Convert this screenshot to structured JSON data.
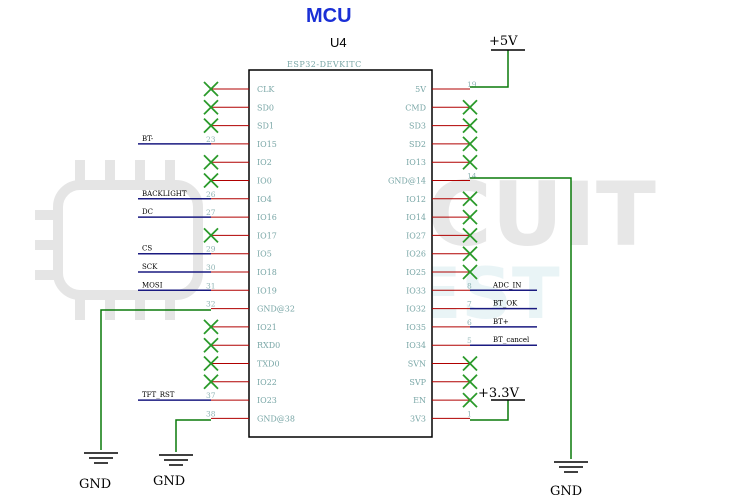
{
  "title": "MCU",
  "designator": "U4",
  "part_name": "ESP32-DEVKITC",
  "watermark": {
    "line1": "CIRCUIT",
    "line2": "DIGEST"
  },
  "colors": {
    "title": "#1a2fd6",
    "wire": "#0a7a0a",
    "net_wire": "#1a1a80",
    "nc_mark": "#2a9a2a",
    "pin_line": "#b00000",
    "body": "#000000"
  },
  "power": {
    "vcc5": "+5V",
    "vcc33": "+3.3V",
    "gnd_left1": "GND",
    "gnd_left2": "GND",
    "gnd_right": "GND"
  },
  "left_pins": [
    {
      "name": "CLK",
      "num": "",
      "nc": true,
      "net": ""
    },
    {
      "name": "SD0",
      "num": "",
      "nc": true,
      "net": ""
    },
    {
      "name": "SD1",
      "num": "",
      "nc": true,
      "net": ""
    },
    {
      "name": "IO15",
      "num": "23",
      "nc": false,
      "net": "BT-"
    },
    {
      "name": "IO2",
      "num": "",
      "nc": true,
      "net": ""
    },
    {
      "name": "IO0",
      "num": "",
      "nc": true,
      "net": ""
    },
    {
      "name": "IO4",
      "num": "26",
      "nc": false,
      "net": "BACKLIGHT"
    },
    {
      "name": "IO16",
      "num": "27",
      "nc": false,
      "net": "DC"
    },
    {
      "name": "IO17",
      "num": "",
      "nc": true,
      "net": ""
    },
    {
      "name": "IO5",
      "num": "29",
      "nc": false,
      "net": "CS"
    },
    {
      "name": "IO18",
      "num": "30",
      "nc": false,
      "net": "SCK"
    },
    {
      "name": "IO19",
      "num": "31",
      "nc": false,
      "net": "MOSI"
    },
    {
      "name": "GND@32",
      "num": "32",
      "nc": false,
      "net": ""
    },
    {
      "name": "IO21",
      "num": "",
      "nc": true,
      "net": ""
    },
    {
      "name": "RXD0",
      "num": "",
      "nc": true,
      "net": ""
    },
    {
      "name": "TXD0",
      "num": "",
      "nc": true,
      "net": ""
    },
    {
      "name": "IO22",
      "num": "",
      "nc": true,
      "net": ""
    },
    {
      "name": "IO23",
      "num": "37",
      "nc": false,
      "net": "TFT_RST"
    },
    {
      "name": "GND@38",
      "num": "38",
      "nc": false,
      "net": ""
    }
  ],
  "right_pins": [
    {
      "name": "5V",
      "num": "19",
      "nc": false,
      "net": ""
    },
    {
      "name": "CMD",
      "num": "",
      "nc": true,
      "net": ""
    },
    {
      "name": "SD3",
      "num": "",
      "nc": true,
      "net": ""
    },
    {
      "name": "SD2",
      "num": "",
      "nc": true,
      "net": ""
    },
    {
      "name": "IO13",
      "num": "",
      "nc": true,
      "net": ""
    },
    {
      "name": "GND@14",
      "num": "14",
      "nc": false,
      "net": ""
    },
    {
      "name": "IO12",
      "num": "",
      "nc": true,
      "net": ""
    },
    {
      "name": "IO14",
      "num": "",
      "nc": true,
      "net": ""
    },
    {
      "name": "IO27",
      "num": "",
      "nc": true,
      "net": ""
    },
    {
      "name": "IO26",
      "num": "",
      "nc": true,
      "net": ""
    },
    {
      "name": "IO25",
      "num": "",
      "nc": true,
      "net": ""
    },
    {
      "name": "IO33",
      "num": "8",
      "nc": false,
      "net": "ADC_IN"
    },
    {
      "name": "IO32",
      "num": "7",
      "nc": false,
      "net": "BT_OK"
    },
    {
      "name": "IO35",
      "num": "6",
      "nc": false,
      "net": "BT+"
    },
    {
      "name": "IO34",
      "num": "5",
      "nc": false,
      "net": "BT_cancel"
    },
    {
      "name": "SVN",
      "num": "",
      "nc": true,
      "net": ""
    },
    {
      "name": "SVP",
      "num": "",
      "nc": true,
      "net": ""
    },
    {
      "name": "EN",
      "num": "",
      "nc": true,
      "net": ""
    },
    {
      "name": "3V3",
      "num": "1",
      "nc": false,
      "net": ""
    }
  ]
}
